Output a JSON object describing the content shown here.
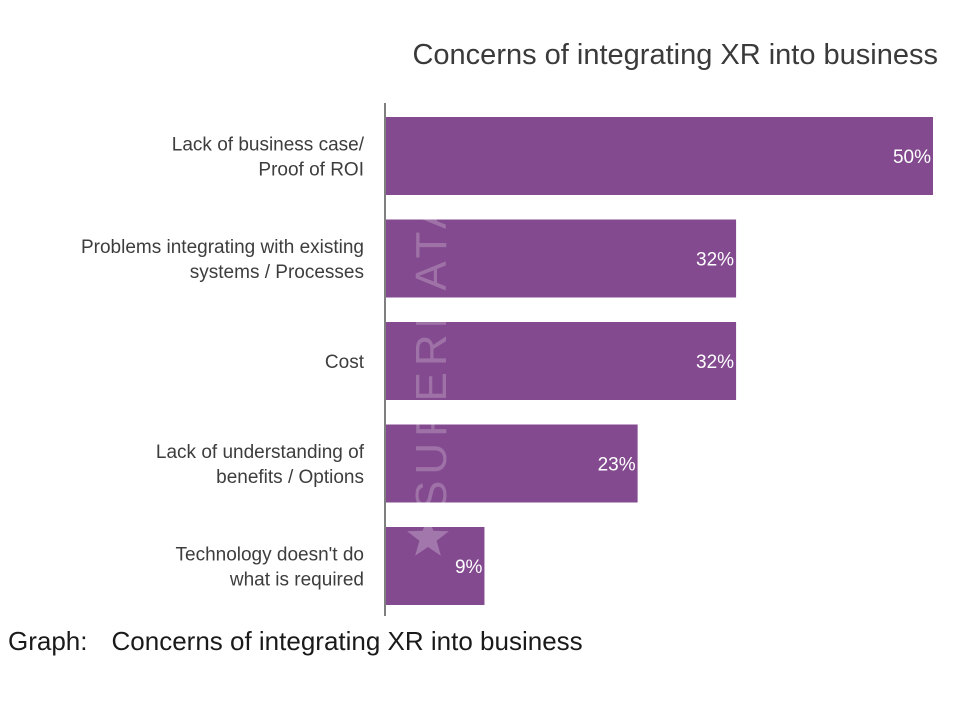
{
  "chart_data": {
    "type": "bar",
    "orientation": "horizontal",
    "title": "Concerns of integrating XR into business",
    "categories": [
      [
        "Lack of business case/",
        "Proof of ROI"
      ],
      [
        "Problems integrating with existing",
        "systems / Processes"
      ],
      [
        "Cost"
      ],
      [
        "Lack of understanding of",
        "benefits / Options"
      ],
      [
        "Technology doesn't do",
        "what is required"
      ]
    ],
    "values": [
      50,
      32,
      32,
      23,
      9
    ],
    "value_labels": [
      "50%",
      "32%",
      "32%",
      "23%",
      "9%"
    ],
    "xlim": [
      0,
      50
    ],
    "grid": false,
    "bar_color": "#834a8f"
  },
  "watermark": {
    "text": "SUPERDATA"
  },
  "caption": {
    "prefix": "Graph:",
    "text": "Concerns of integrating XR into business"
  },
  "colors": {
    "bar": "#834a8f",
    "axis": "#555555",
    "text": "#3d3d3d"
  }
}
